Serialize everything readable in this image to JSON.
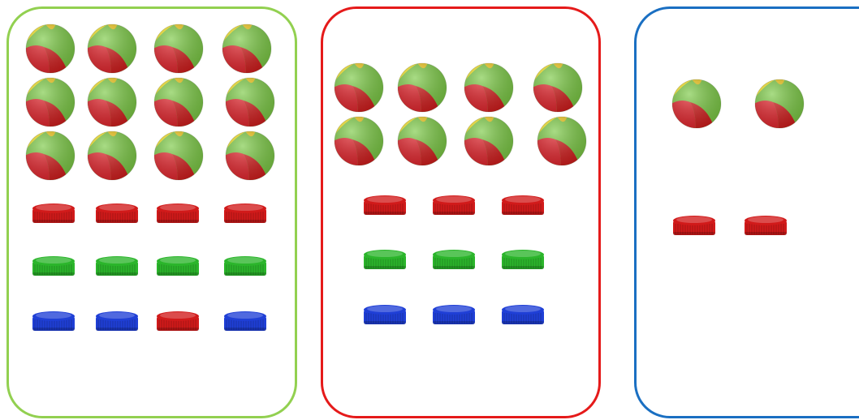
{
  "colors": {
    "cap_red": "#d11a1a",
    "cap_green": "#2bb52b",
    "cap_blue": "#1f3fd6"
  },
  "panels": [
    {
      "name": "panel-left",
      "border_color": "#92d050",
      "balls": 12,
      "caps": [
        [
          "red",
          "red",
          "red",
          "red"
        ],
        [
          "green",
          "green",
          "green",
          "green"
        ],
        [
          "blue",
          "blue",
          "red",
          "blue"
        ]
      ]
    },
    {
      "name": "panel-middle",
      "border_color": "#e51a1a",
      "balls": 8,
      "caps": [
        [
          "red",
          "red",
          "red"
        ],
        [
          "green",
          "green",
          "green"
        ],
        [
          "blue",
          "blue",
          "blue"
        ]
      ]
    },
    {
      "name": "panel-right",
      "border_color": "#1a6fc2",
      "balls": 2,
      "caps": [
        [
          "red",
          "red"
        ]
      ]
    }
  ]
}
